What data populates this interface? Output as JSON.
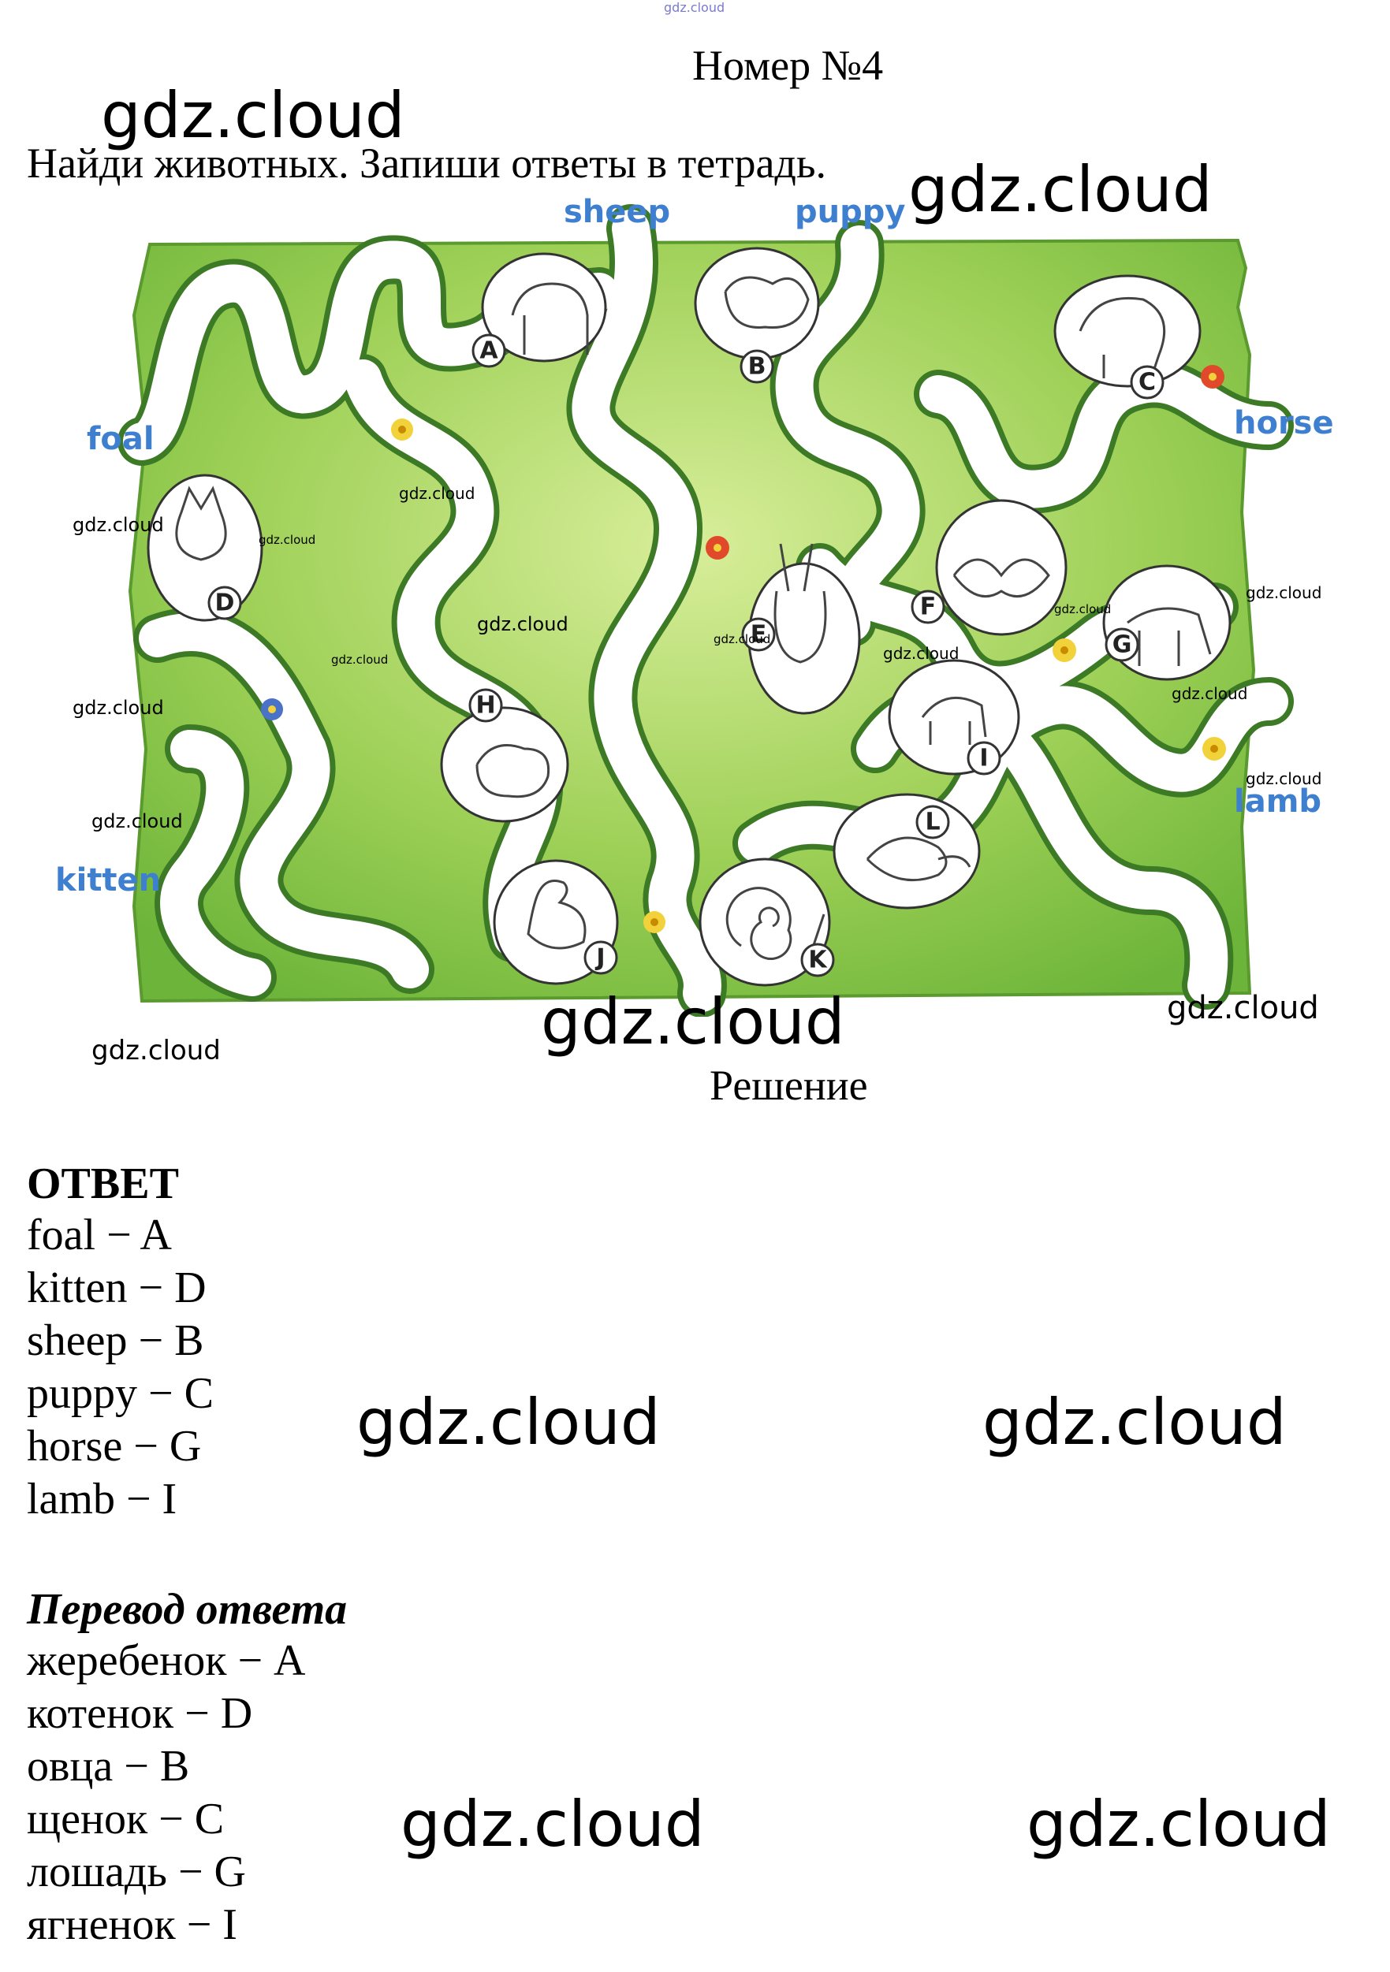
{
  "header": {
    "top_mark": "gdz.cloud",
    "title": "Номер №4",
    "task": "Найди животных. Запиши ответы в тетрадь."
  },
  "maze": {
    "words": {
      "sheep": "sheep",
      "puppy": "puppy",
      "foal": "foal",
      "horse": "horse",
      "kitten": "kitten",
      "lamb": "lamb"
    },
    "letters": [
      "A",
      "B",
      "C",
      "D",
      "E",
      "F",
      "G",
      "H",
      "I",
      "J",
      "K",
      "L"
    ],
    "colors": {
      "grass": "#7cc242",
      "grass_light": "#c8e58c",
      "path": "#ffffff",
      "word": "#3f7fcf"
    }
  },
  "solution_label": "Решение",
  "answer": {
    "heading": "ОТВЕТ",
    "lines": [
      "foal − A",
      "kitten − D",
      "sheep − B",
      "puppy − C",
      "horse − G",
      "lamb − I"
    ]
  },
  "translation": {
    "heading": "Перевод ответа",
    "lines": [
      "жеребенок − A",
      "котенок − D",
      "овца − B",
      "щенок − C",
      "лошадь − G",
      "ягненок − I"
    ]
  },
  "watermark": "gdz.cloud"
}
